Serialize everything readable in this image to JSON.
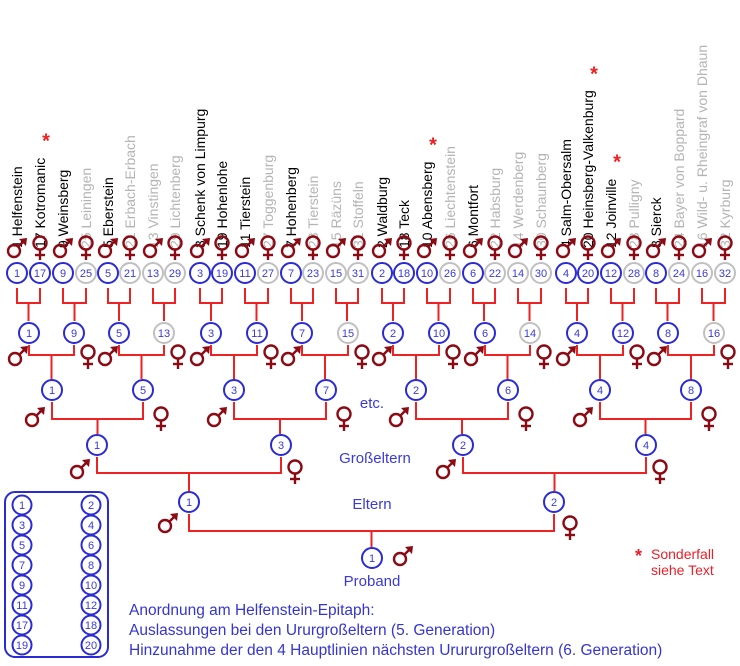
{
  "colors": {
    "line": "#ee2222",
    "symbol": "#8b0a14",
    "node_main": "#2a2ad6",
    "node_faded": "#c0c0c0",
    "text_main": "#000000",
    "text_faded": "#b4b4b4",
    "star": "#ee2020",
    "label_blue": "#3a3ad8"
  },
  "generation6": [
    {
      "num": "1",
      "name": "Helfenstein",
      "main": true,
      "star": false
    },
    {
      "num": "17",
      "name": "Kotromanic",
      "main": true,
      "star": true
    },
    {
      "num": "9",
      "name": "Weinsberg",
      "main": true,
      "star": false
    },
    {
      "num": "25",
      "name": "Leiningen",
      "main": false,
      "star": false
    },
    {
      "num": "5",
      "name": "Eberstein",
      "main": true,
      "star": false
    },
    {
      "num": "21",
      "name": "Erbach-Erbach",
      "main": false,
      "star": false
    },
    {
      "num": "13",
      "name": "Vinstingen",
      "main": false,
      "star": false
    },
    {
      "num": "29",
      "name": "Lichtenberg",
      "main": false,
      "star": false
    },
    {
      "num": "3",
      "name": "Schenk von Limpurg",
      "main": true,
      "star": false
    },
    {
      "num": "19",
      "name": "Hohenlohe",
      "main": true,
      "star": false
    },
    {
      "num": "11",
      "name": "Tierstein",
      "main": true,
      "star": false
    },
    {
      "num": "27",
      "name": "Toggenburg",
      "main": false,
      "star": false
    },
    {
      "num": "7",
      "name": "Hohenberg",
      "main": true,
      "star": false
    },
    {
      "num": "23",
      "name": "Tierstein",
      "main": false,
      "star": false
    },
    {
      "num": "15",
      "name": "Räzüns",
      "main": false,
      "star": false
    },
    {
      "num": "31",
      "name": "Stoffeln",
      "main": false,
      "star": false
    },
    {
      "num": "2",
      "name": "Waldburg",
      "main": true,
      "star": false
    },
    {
      "num": "18",
      "name": "Teck",
      "main": true,
      "star": false
    },
    {
      "num": "10",
      "name": "Abensberg",
      "main": true,
      "star": true
    },
    {
      "num": "26",
      "name": "Liechtenstein",
      "main": false,
      "star": false
    },
    {
      "num": "6",
      "name": "Montfort",
      "main": true,
      "star": false
    },
    {
      "num": "22",
      "name": "Habsburg",
      "main": false,
      "star": false
    },
    {
      "num": "14",
      "name": "Werdenberg",
      "main": false,
      "star": false
    },
    {
      "num": "30",
      "name": "Schaunberg",
      "main": false,
      "star": false
    },
    {
      "num": "4",
      "name": "Salm-Obersalm",
      "main": true,
      "star": false
    },
    {
      "num": "20",
      "name": "Heinsberg-Valkenburg",
      "main": true,
      "star": true
    },
    {
      "num": "12",
      "name": "Joinville",
      "main": true,
      "star": true
    },
    {
      "num": "28",
      "name": "Pulligny",
      "main": false,
      "star": false
    },
    {
      "num": "8",
      "name": "Sierck",
      "main": true,
      "star": false
    },
    {
      "num": "24",
      "name": "Bayer von Boppard",
      "main": false,
      "star": false
    },
    {
      "num": "16",
      "name": "Wild- u. Rheingraf von Dhaun",
      "main": false,
      "star": false
    },
    {
      "num": "32",
      "name": "Kyrburg",
      "main": false,
      "star": false
    }
  ],
  "generation5": [
    {
      "num": "1",
      "main": true
    },
    {
      "num": "9",
      "main": true
    },
    {
      "num": "5",
      "main": true
    },
    {
      "num": "13",
      "main": false
    },
    {
      "num": "3",
      "main": true
    },
    {
      "num": "11",
      "main": true
    },
    {
      "num": "7",
      "main": true
    },
    {
      "num": "15",
      "main": false
    },
    {
      "num": "2",
      "main": true
    },
    {
      "num": "10",
      "main": true
    },
    {
      "num": "6",
      "main": true
    },
    {
      "num": "14",
      "main": false
    },
    {
      "num": "4",
      "main": true
    },
    {
      "num": "12",
      "main": true
    },
    {
      "num": "8",
      "main": true
    },
    {
      "num": "16",
      "main": false
    }
  ],
  "generation4": [
    {
      "num": "1"
    },
    {
      "num": "5"
    },
    {
      "num": "3"
    },
    {
      "num": "7"
    },
    {
      "num": "2"
    },
    {
      "num": "6"
    },
    {
      "num": "4"
    },
    {
      "num": "8"
    }
  ],
  "generation3": [
    {
      "num": "1"
    },
    {
      "num": "3"
    },
    {
      "num": "2"
    },
    {
      "num": "4"
    }
  ],
  "generation2": [
    {
      "num": "1"
    },
    {
      "num": "2"
    }
  ],
  "generation1": [
    {
      "num": "1"
    }
  ],
  "labels": {
    "etc": "etc.",
    "grandparents": "Großeltern",
    "parents": "Eltern",
    "proband": "Proband"
  },
  "legend_box": {
    "left_column": [
      "1",
      "3",
      "5",
      "7",
      "9",
      "11",
      "17",
      "19"
    ],
    "right_column": [
      "2",
      "4",
      "6",
      "8",
      "10",
      "12",
      "18",
      "20"
    ]
  },
  "notes": [
    "Anordnung am Helfenstein-Epitaph:",
    "Auslassungen bei den Ururgroßeltern (5. Generation)",
    "Hinzunahme der den 4 Hauptlinien nächsten Urururgroßeltern (6. Generation)"
  ],
  "special_case": {
    "star": "*",
    "line1": "Sonderfall",
    "line2": "siehe Text"
  },
  "symbols": {
    "male": "♂",
    "female": "♀"
  }
}
